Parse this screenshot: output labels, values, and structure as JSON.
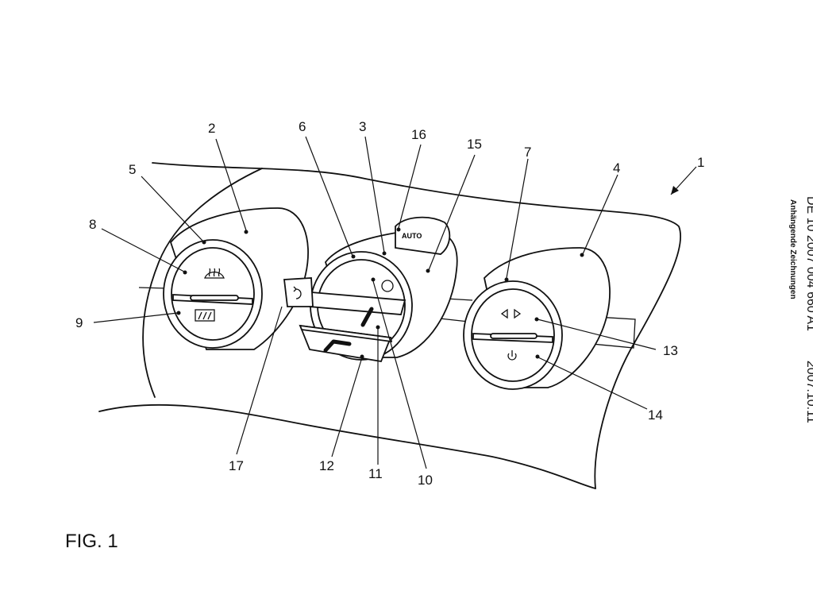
{
  "figure": {
    "label": "FIG. 1",
    "publication_number": "DE 10 2007 004 660 A1",
    "publication_date": "2007.10.11",
    "subtitle": "Anhängende Zeichnungen"
  },
  "panel_labels": {
    "auto": "AUTO"
  },
  "reference_numerals": [
    {
      "id": "n1",
      "text": "1"
    },
    {
      "id": "n2",
      "text": "2"
    },
    {
      "id": "n3",
      "text": "3"
    },
    {
      "id": "n4",
      "text": "4"
    },
    {
      "id": "n5",
      "text": "5"
    },
    {
      "id": "n6",
      "text": "6"
    },
    {
      "id": "n7",
      "text": "7"
    },
    {
      "id": "n8",
      "text": "8"
    },
    {
      "id": "n9",
      "text": "9"
    },
    {
      "id": "n10",
      "text": "10"
    },
    {
      "id": "n11",
      "text": "11"
    },
    {
      "id": "n12",
      "text": "12"
    },
    {
      "id": "n13",
      "text": "13"
    },
    {
      "id": "n14",
      "text": "14"
    },
    {
      "id": "n15",
      "text": "15"
    },
    {
      "id": "n16",
      "text": "16"
    },
    {
      "id": "n17",
      "text": "17"
    }
  ],
  "icons": [
    "windshield-defrost-icon",
    "rear-window-defrost-icon",
    "recirculation-icon",
    "circle-mode-icon",
    "fan-direction-arrows-icon",
    "power-icon"
  ]
}
